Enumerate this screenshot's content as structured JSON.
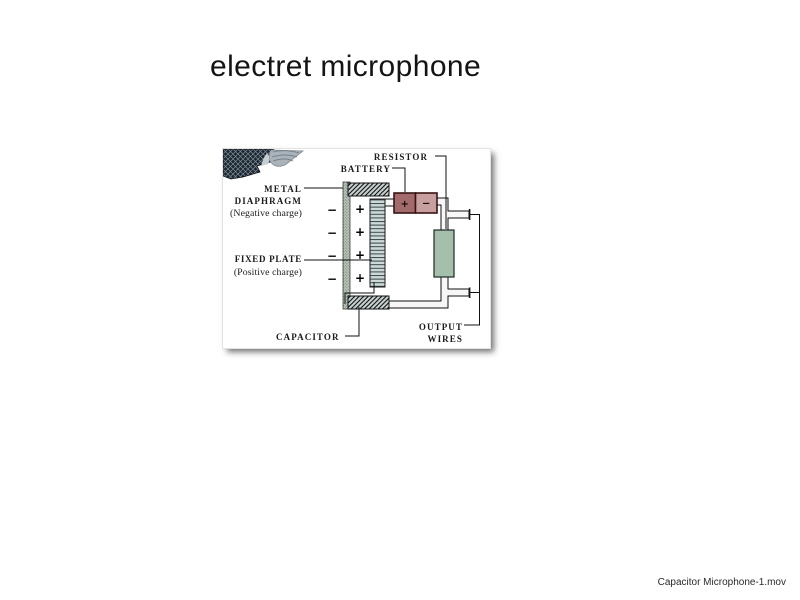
{
  "slide": {
    "title": "electret microphone",
    "caption": "Capacitor Microphone-1.mov"
  },
  "diagram": {
    "labels": {
      "resistor": "RESISTOR",
      "battery": "BATTERY",
      "metal_line1": "METAL",
      "metal_line2": "DIAPHRAGM",
      "metal_line3": "(Negative charge)",
      "fixed_line1": "FIXED PLATE",
      "fixed_line2": "(Positive charge)",
      "capacitor": "CAPACITOR",
      "output_line1": "OUTPUT",
      "output_line2": "WIRES"
    },
    "battery": {
      "plus": "+",
      "minus": "−"
    },
    "charges": {
      "minus": [
        "−",
        "−",
        "−",
        "−"
      ],
      "plus": [
        "+",
        "+",
        "+",
        "+"
      ]
    },
    "colors": {
      "label_red": "#c32424",
      "label_black": "#1b1b1b",
      "battery_pos_cell": "#a26a6a",
      "battery_neg_cell": "#c79f9f",
      "battery_border": "#3a1414",
      "resistor_fill": "#a5bfad",
      "hatch_plate_bg": "#c6cfcf",
      "fixed_plate_bg": "#ccd9d9",
      "diaphragm_fill": "#b5c2b5",
      "wire_fill": "#f7f7f7"
    }
  }
}
